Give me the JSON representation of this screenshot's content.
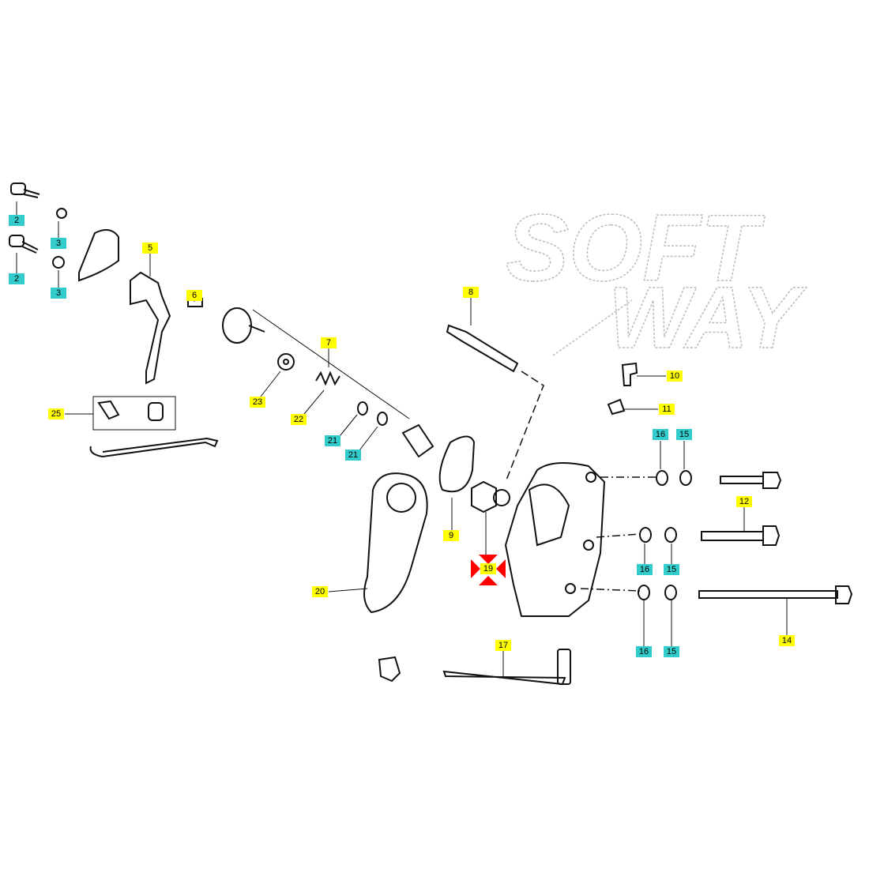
{
  "watermark": {
    "line1": "SOFT",
    "line2": "WAY"
  },
  "colors": {
    "part_label": "#ffff00",
    "hardware_label": "#33cccc",
    "highlight_arrow": "#ff0000"
  },
  "highlighted_part": "19",
  "labels": [
    "2",
    "2",
    "3",
    "3",
    "5",
    "6",
    "7",
    "8",
    "10",
    "11",
    "16",
    "15",
    "12",
    "23",
    "22",
    "21",
    "21",
    "25",
    "9",
    "19",
    "20",
    "16",
    "15",
    "17",
    "16",
    "15",
    "14"
  ]
}
